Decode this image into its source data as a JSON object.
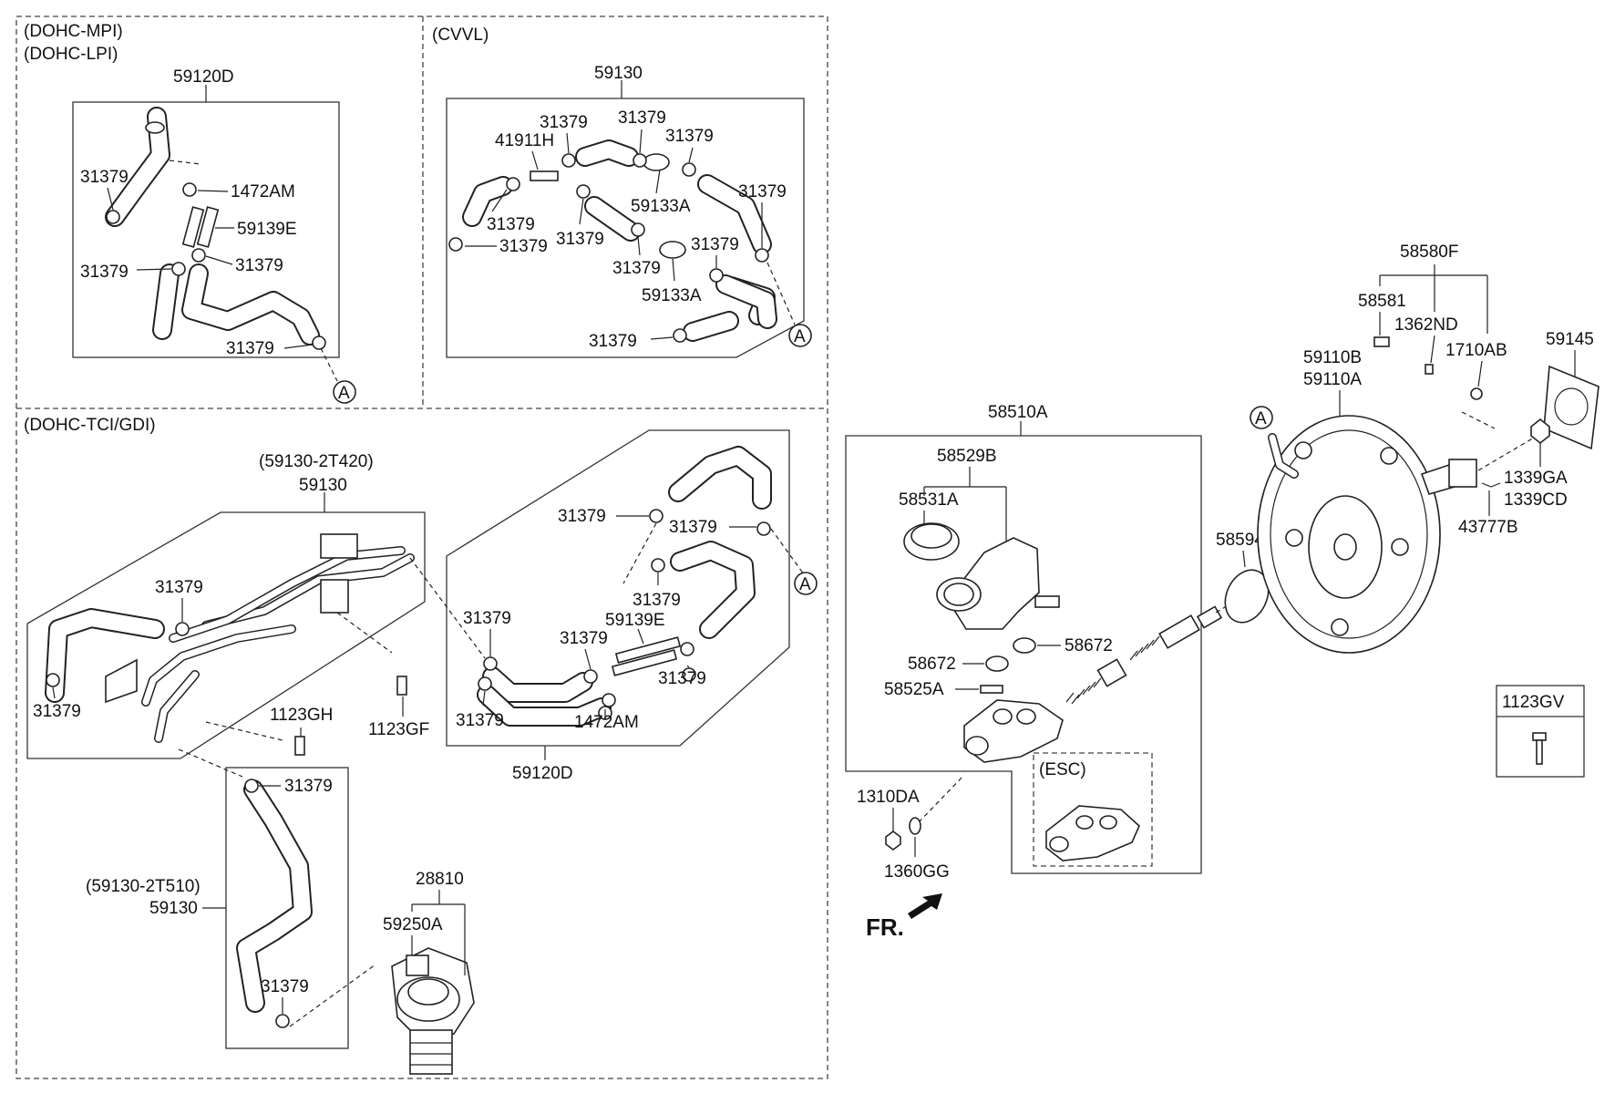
{
  "sections": {
    "mpi_line1": "(DOHC-MPI)",
    "mpi_line2": "(DOHC-LPI)",
    "cvvl": "(CVVL)",
    "tci": "(DOHC-TCI/GDI)",
    "esc": "(ESC)"
  },
  "callouts": {
    "ref_letter": "A"
  },
  "labels": {
    "mpi_59120d": "59120D",
    "mpi_31379_a": "31379",
    "mpi_1472am": "1472AM",
    "mpi_59139e": "59139E",
    "mpi_31379_b": "31379",
    "mpi_31379_c": "31379",
    "mpi_31379_d": "31379",
    "cvvl_59130": "59130",
    "cvvl_31379_a": "31379",
    "cvvl_41911h": "41911H",
    "cvvl_31379_b": "31379",
    "cvvl_31379_c": "31379",
    "cvvl_31379_d": "31379",
    "cvvl_59133a_a": "59133A",
    "cvvl_31379_e": "31379",
    "cvvl_31379_f": "31379",
    "cvvl_31379_g": "31379",
    "cvvl_31379_h": "31379",
    "cvvl_31379_i": "31379",
    "cvvl_59133a_b": "59133A",
    "cvvl_31379_j": "31379",
    "tci_59130_2t420": "(59130-2T420)",
    "tci_59130_a": "59130",
    "tci_31379_a": "31379",
    "tci_31379_b": "31379",
    "tci_1123gh": "1123GH",
    "tci_1123gf": "1123GF",
    "tci_31379_c": "31379",
    "tci_59130_2t510": "(59130-2T510)",
    "tci_59130_b": "59130",
    "tci_31379_d": "31379",
    "tci_28810": "28810",
    "tci_59250a": "59250A",
    "tci_31379_e": "31379",
    "tci_31379_f": "31379",
    "tci_31379_g": "31379",
    "tci_59139e": "59139E",
    "tci_31379_h": "31379",
    "tci_31379_i": "31379",
    "tci_31379_j": "31379",
    "tci_31379_k": "31379",
    "tci_1472am": "1472AM",
    "tci_59120d": "59120D",
    "mc_58510a": "58510A",
    "mc_58529b": "58529B",
    "mc_58531a": "58531A",
    "mc_58672_a": "58672",
    "mc_58672_b": "58672",
    "mc_58525a": "58525A",
    "mc_1310da": "1310DA",
    "mc_1360gg": "1360GG",
    "mc_fr": "FR.",
    "bst_58594": "58594",
    "bst_58580f": "58580F",
    "bst_58581": "58581",
    "bst_1362nd": "1362ND",
    "bst_1710ab": "1710AB",
    "bst_59110b": "59110B",
    "bst_59110a": "59110A",
    "bst_59145": "59145",
    "bst_1339ga": "1339GA",
    "bst_1339cd": "1339CD",
    "bst_43777b": "43777B",
    "bst_1123gv": "1123GV"
  }
}
